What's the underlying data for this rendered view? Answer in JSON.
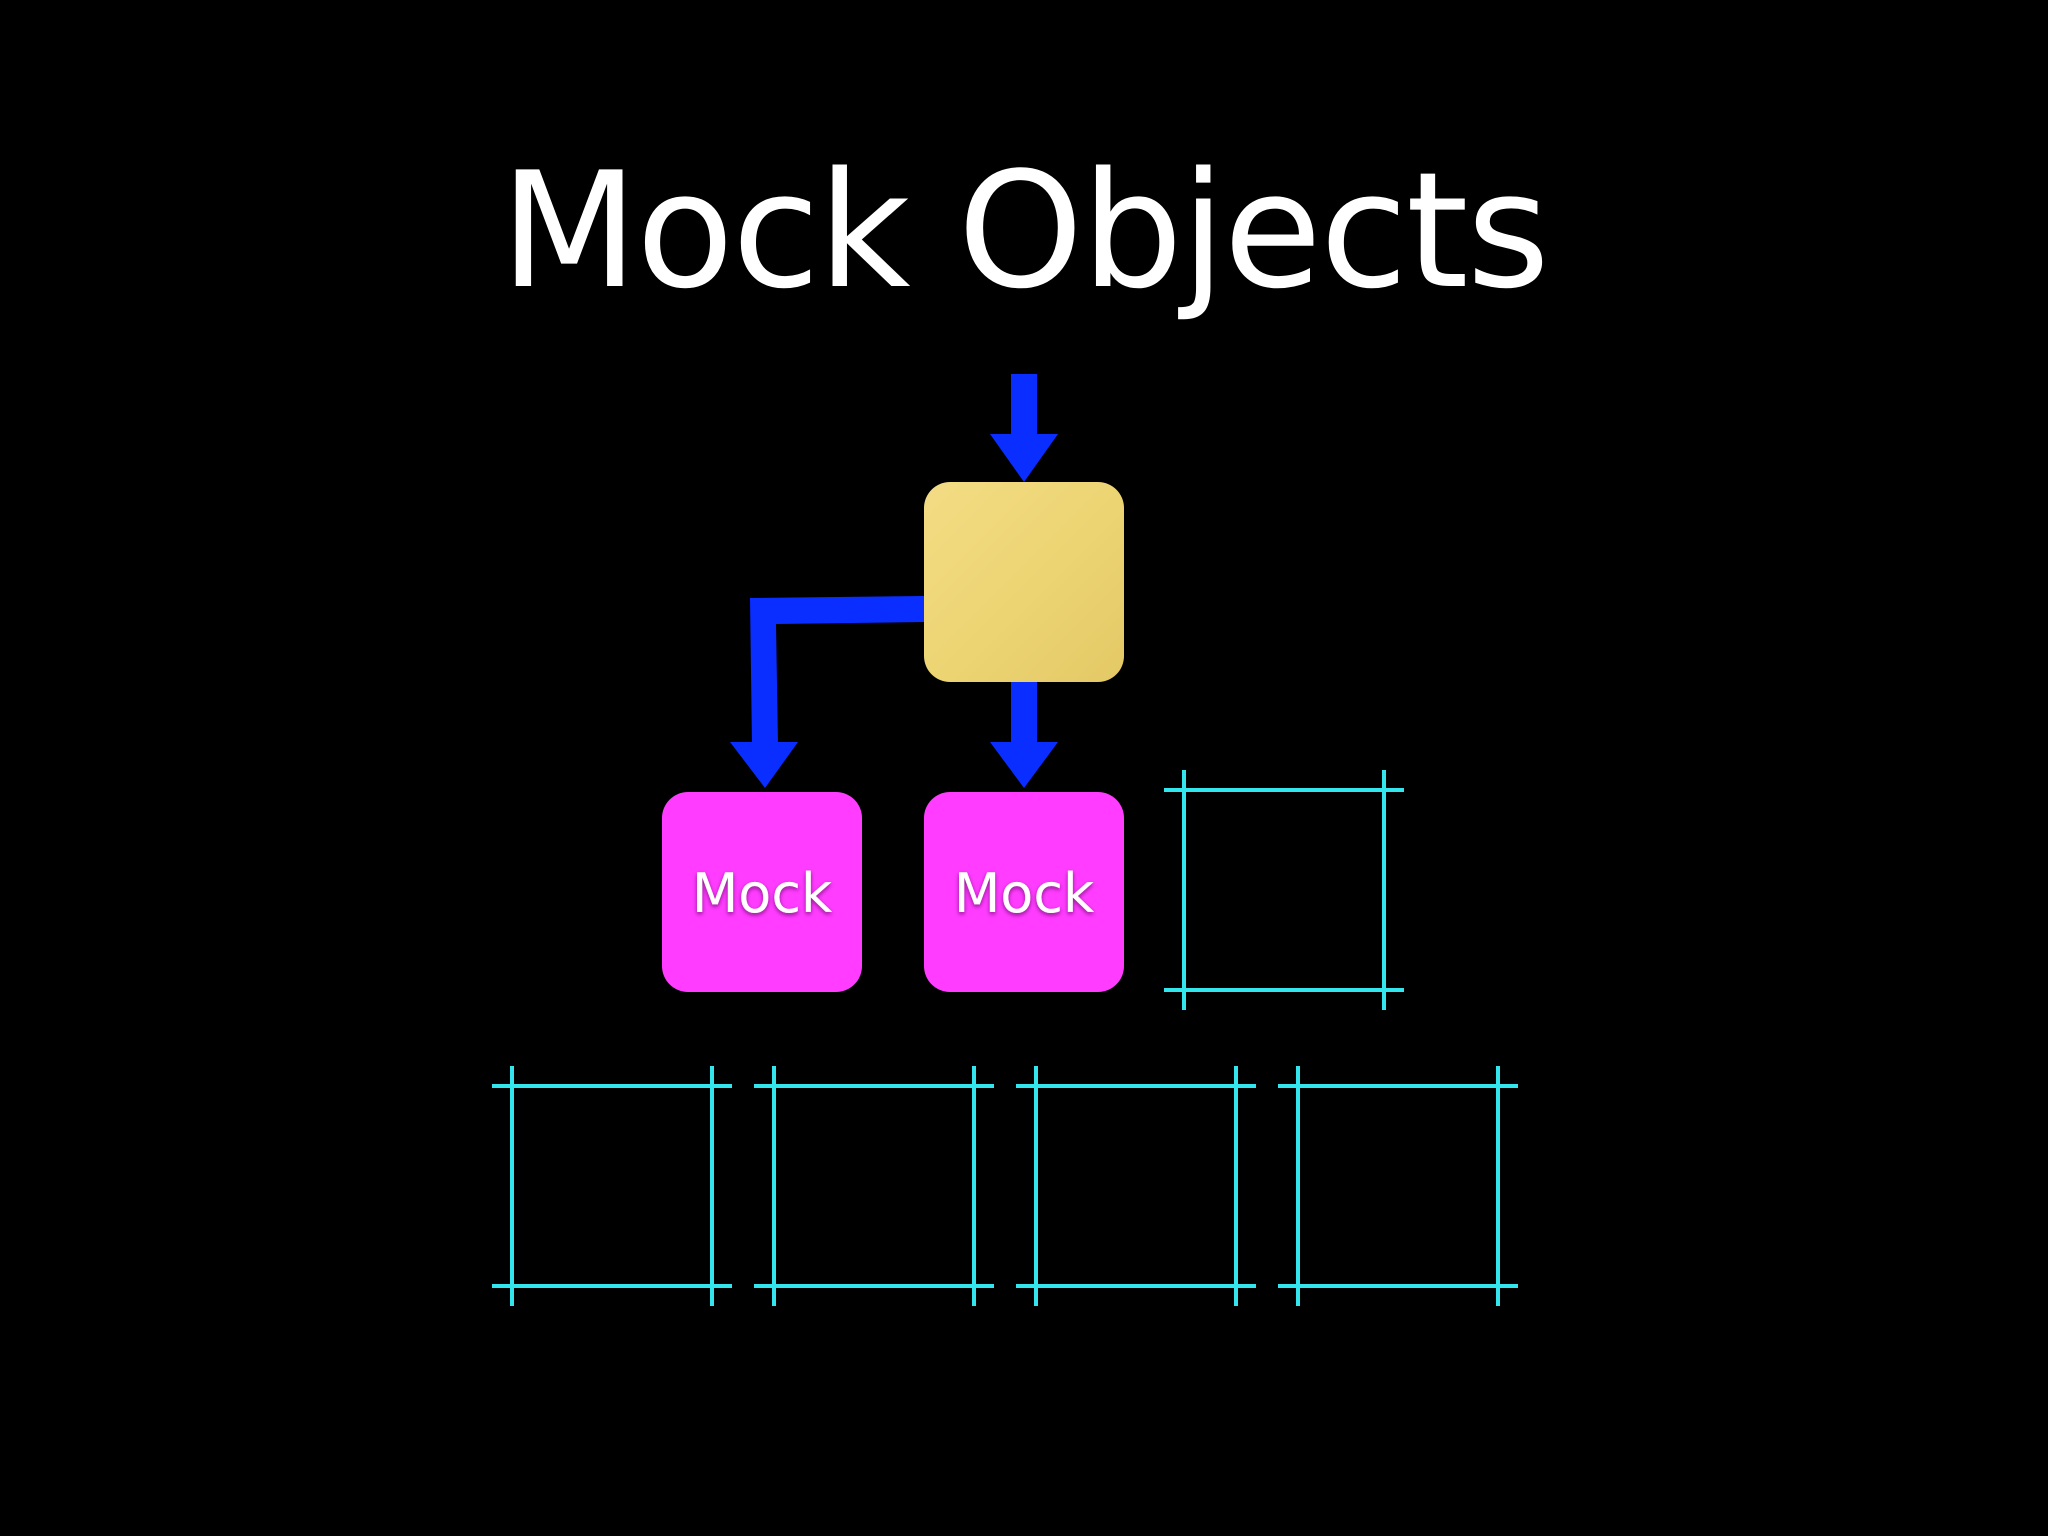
{
  "slide": {
    "title": "Mock Objects"
  },
  "diagram": {
    "mock_nodes": [
      {
        "label": "Mock"
      },
      {
        "label": "Mock"
      }
    ],
    "colors": {
      "background": "#000000",
      "title": "#ffffff",
      "arrow": "#0a2eff",
      "unit_under_test": "#eed675",
      "mock": "#ff3cff",
      "placeholder": "#33e6ee",
      "label": "#ffffff"
    }
  }
}
